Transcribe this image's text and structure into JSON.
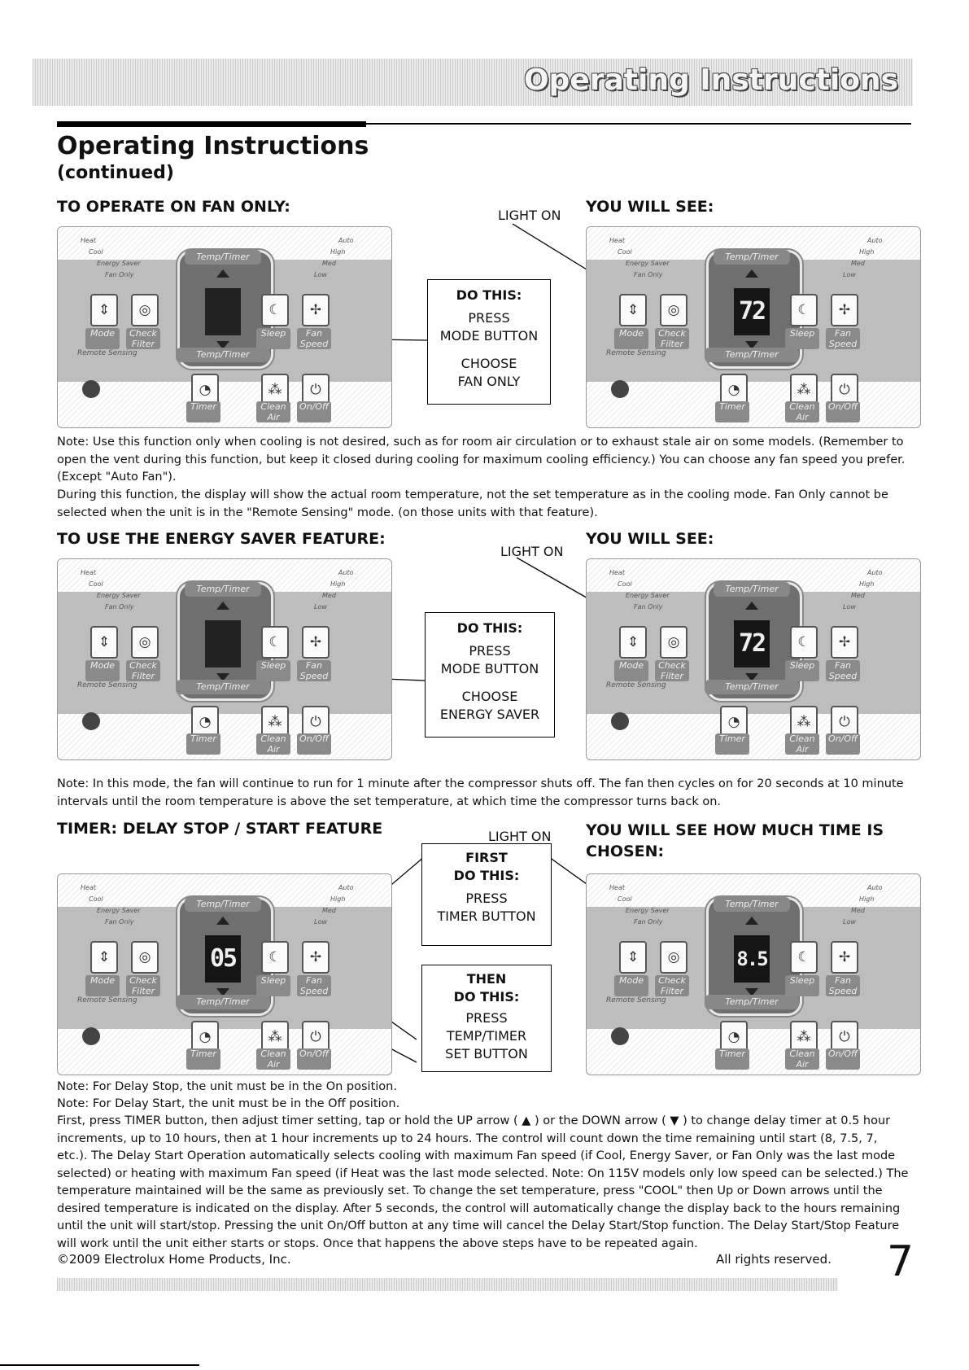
{
  "banner_title": "Operating Instructions",
  "heading": "Operating Instructions",
  "subheading": "(continued)",
  "panel_labels": {
    "heat": "Heat",
    "cool": "Cool",
    "energy_saver": "Energy Saver",
    "fan_only": "Fan Only",
    "auto": "Auto",
    "high": "High",
    "med": "Med",
    "low": "Low",
    "temp_timer": "Temp/Timer",
    "mode": "Mode",
    "check_filter": "Check Filter",
    "sleep": "Sleep",
    "fan_speed": "Fan Speed",
    "remote_sensing": "Remote Sensing",
    "timer": "Timer",
    "clean_air": "Clean Air",
    "on_off": "On/Off"
  },
  "section1": {
    "title": "TO OPERATE ON FAN ONLY:",
    "light_on": "LIGHT ON",
    "you_will_see": "YOU WILL SEE:",
    "box": {
      "title": "DO THIS:",
      "line1": "PRESS",
      "line2": "MODE BUTTON",
      "line3": "CHOOSE",
      "line4": "FAN ONLY"
    },
    "display": "72",
    "note": "Note: Use this function only when cooling is not desired, such as for room air circulation or to exhaust stale air on some models. (Remember to open the vent during this function, but keep it closed during cooling for maximum cooling efficiency.) You can choose any fan speed you prefer. (Except \"Auto Fan\").",
    "note2": "During this function, the display will show the actual room temperature, not the set temperature as in the cooling mode. Fan Only cannot be selected when the unit is in the \"Remote Sensing\" mode. (on those units with that feature)."
  },
  "section2": {
    "title": "TO USE THE ENERGY SAVER FEATURE:",
    "light_on": "LIGHT ON",
    "you_will_see": "YOU WILL SEE:",
    "box": {
      "title": "DO THIS:",
      "line1": "PRESS",
      "line2": "MODE BUTTON",
      "line3": "CHOOSE",
      "line4": "ENERGY SAVER"
    },
    "display": "72",
    "note": "Note: In this mode, the fan will continue to run for 1 minute after the compressor shuts off. The fan then cycles on for 20 seconds at 10 minute intervals until the room temperature is above the set temperature, at which time the compressor turns back on."
  },
  "section3": {
    "title": "TIMER: DELAY STOP / START FEATURE",
    "light_on": "LIGHT ON",
    "you_will_see": "YOU WILL SEE HOW MUCH TIME IS CHOSEN:",
    "box1": {
      "title1": "FIRST",
      "title2": "DO THIS:",
      "line1": "PRESS",
      "line2": "TIMER BUTTON"
    },
    "box2": {
      "title1": "THEN",
      "title2": "DO THIS:",
      "line1": "PRESS",
      "line2": "TEMP/TIMER",
      "line3": "SET BUTTON"
    },
    "display_left": "05",
    "display_right": "8.5",
    "note1": "Note: For Delay Stop, the unit must be in the On position.",
    "note2": "Note: For Delay Start, the unit must be in the Off position.",
    "body": "First, press TIMER button, then adjust timer setting, tap or hold the UP arrow ( ▲ ) or the DOWN arrow ( ▼ ) to change delay timer at 0.5 hour increments, up to 10 hours, then at 1 hour increments up to 24 hours. The control will count down the time remaining until start (8, 7.5, 7, etc.). The Delay Start Operation automatically selects cooling with maximum Fan speed (if Cool, Energy Saver, or Fan Only was the last mode selected) or heating with maximum Fan speed (if Heat was the last mode selected. Note: On 115V models only low speed can be selected.) The temperature maintained will be the same as previously set. To change the set temperature, press \"COOL\" then Up or Down arrows until the desired temperature is indicated on the display. After 5 seconds, the control will automatically change the display back to the hours remaining until the unit will start/stop. Pressing the unit On/Off button at any time will cancel the Delay Start/Stop function. The Delay Start/Stop Feature will work until the unit either starts or stops. Once that happens the above steps have to be repeated again."
  },
  "footer": {
    "copyright": "©2009 Electrolux Home Products, Inc.",
    "rights": "All rights reserved.",
    "page_number": "7"
  }
}
